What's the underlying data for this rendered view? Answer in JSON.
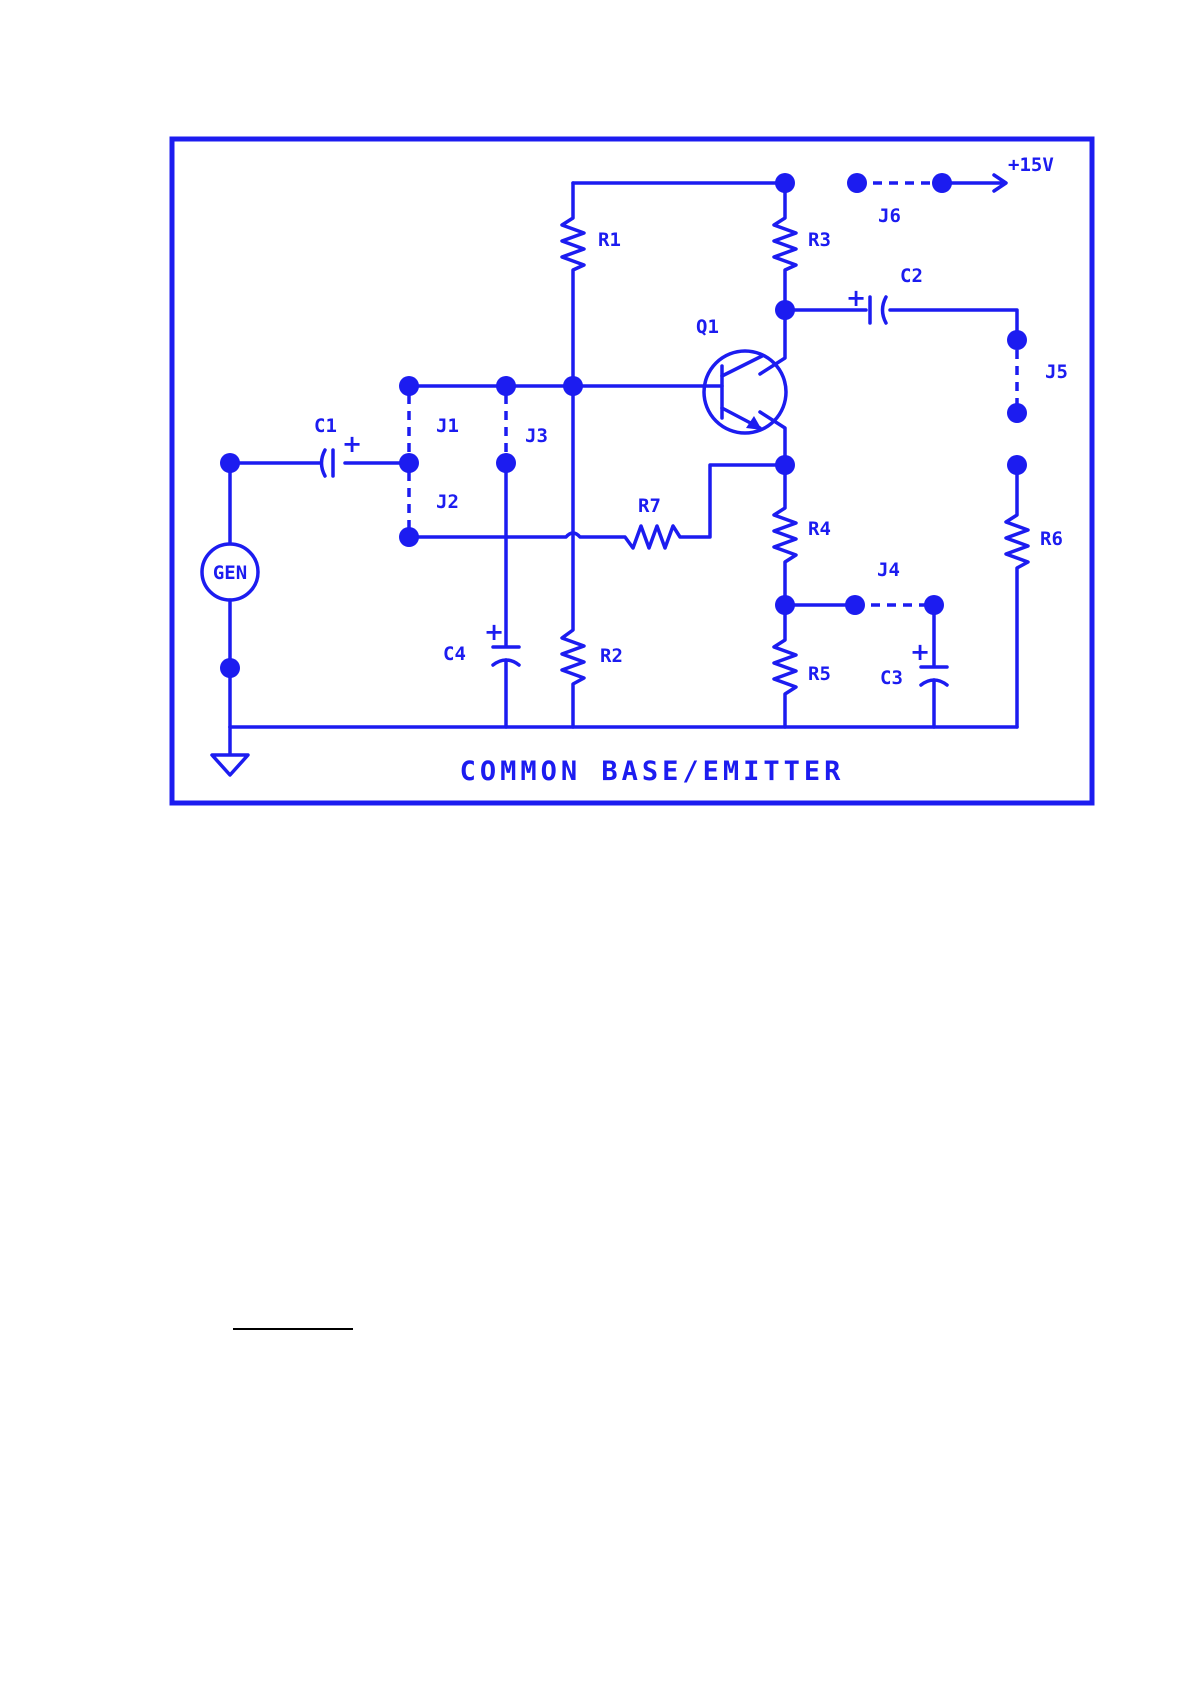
{
  "diagram": {
    "title": "COMMON BASE/EMITTER",
    "supply_label": "+15V",
    "generator_label": "GEN",
    "transistor_label": "Q1",
    "resistors": [
      "R1",
      "R2",
      "R3",
      "R4",
      "R5",
      "R6",
      "R7"
    ],
    "capacitors": [
      "C1",
      "C2",
      "C3",
      "C4"
    ],
    "jumpers": [
      "J1",
      "J2",
      "J3",
      "J4",
      "J5",
      "J6"
    ],
    "polarity_mark": "+",
    "color": "#1c1cf0"
  }
}
